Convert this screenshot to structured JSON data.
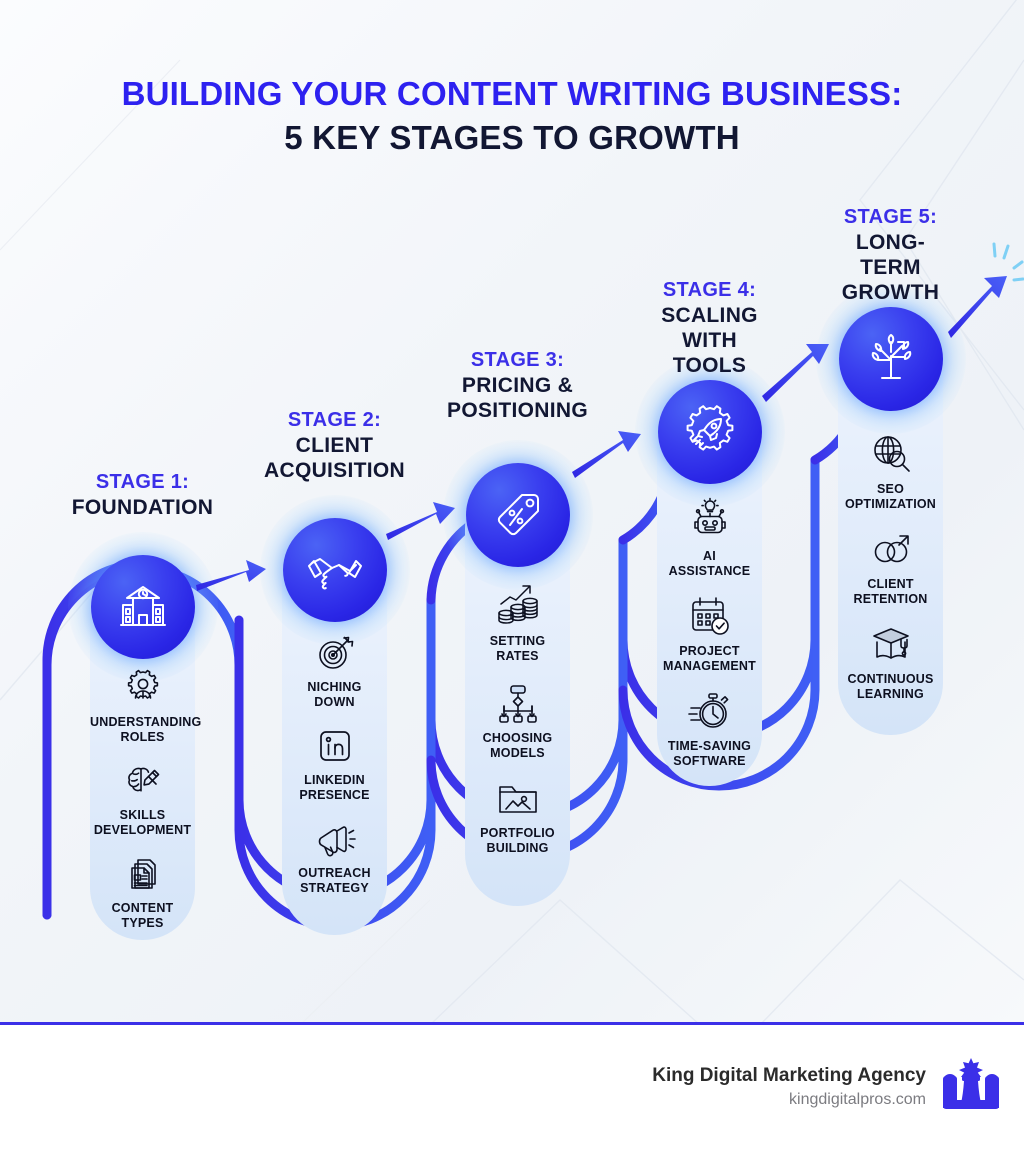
{
  "title": {
    "line1": "BUILDING YOUR CONTENT WRITING BUSINESS:",
    "line2": "5 KEY STAGES TO GROWTH"
  },
  "colors": {
    "accent_blue": "#3b2fe8",
    "title_blue": "#2d21f0",
    "title_navy": "#121733",
    "circle_blue": "#2a26e6",
    "panel_light": "#eef4fd",
    "glow_cyan": "#7ac4ff",
    "logo_blue": "#3b2fe8"
  },
  "stages": [
    {
      "number": "STAGE 1:",
      "title": "FOUNDATION",
      "main_icon": "school-building-icon",
      "items": [
        {
          "label": "UNDERSTANDING\nROLES",
          "icon": "gear-person-icon"
        },
        {
          "label": "SKILLS\nDEVELOPMENT",
          "icon": "brain-pencil-icon"
        },
        {
          "label": "CONTENT\nTYPES",
          "icon": "documents-stack-icon"
        }
      ]
    },
    {
      "number": "STAGE 2:",
      "title": "CLIENT\nACQUISITION",
      "main_icon": "handshake-icon",
      "items": [
        {
          "label": "NICHING\nDOWN",
          "icon": "target-dart-icon"
        },
        {
          "label": "LINKEDIN\nPRESENCE",
          "icon": "linkedin-icon"
        },
        {
          "label": "OUTREACH\nSTRATEGY",
          "icon": "megaphone-icon"
        }
      ]
    },
    {
      "number": "STAGE 3:",
      "title": "PRICING &\nPOSITIONING",
      "main_icon": "price-tag-icon",
      "items": [
        {
          "label": "SETTING\nRATES",
          "icon": "coin-stack-growth-icon"
        },
        {
          "label": "CHOOSING\nMODELS",
          "icon": "flowchart-icon"
        },
        {
          "label": "PORTFOLIO\nBUILDING",
          "icon": "folder-image-icon"
        }
      ]
    },
    {
      "number": "STAGE 4:",
      "title": "SCALING\nWITH TOOLS",
      "main_icon": "rocket-gear-icon",
      "items": [
        {
          "label": "AI\nASSISTANCE",
          "icon": "robot-lightbulb-icon"
        },
        {
          "label": "PROJECT\nMANAGEMENT",
          "icon": "calendar-check-icon"
        },
        {
          "label": "TIME-SAVING\nSOFTWARE",
          "icon": "stopwatch-icon"
        }
      ]
    },
    {
      "number": "STAGE 5:",
      "title": "LONG-TERM\nGROWTH",
      "main_icon": "growth-tree-icon",
      "items": [
        {
          "label": "SEO\nOPTIMIZATION",
          "icon": "globe-magnifier-icon"
        },
        {
          "label": "CLIENT\nRETENTION",
          "icon": "interlocking-rings-icon"
        },
        {
          "label": "CONTINUOUS\nLEARNING",
          "icon": "graduation-book-icon"
        }
      ]
    }
  ],
  "footer": {
    "brand": "King Digital Marketing Agency",
    "website": "kingdigitalpros.com",
    "logo": "chess-king-crown-logo"
  }
}
